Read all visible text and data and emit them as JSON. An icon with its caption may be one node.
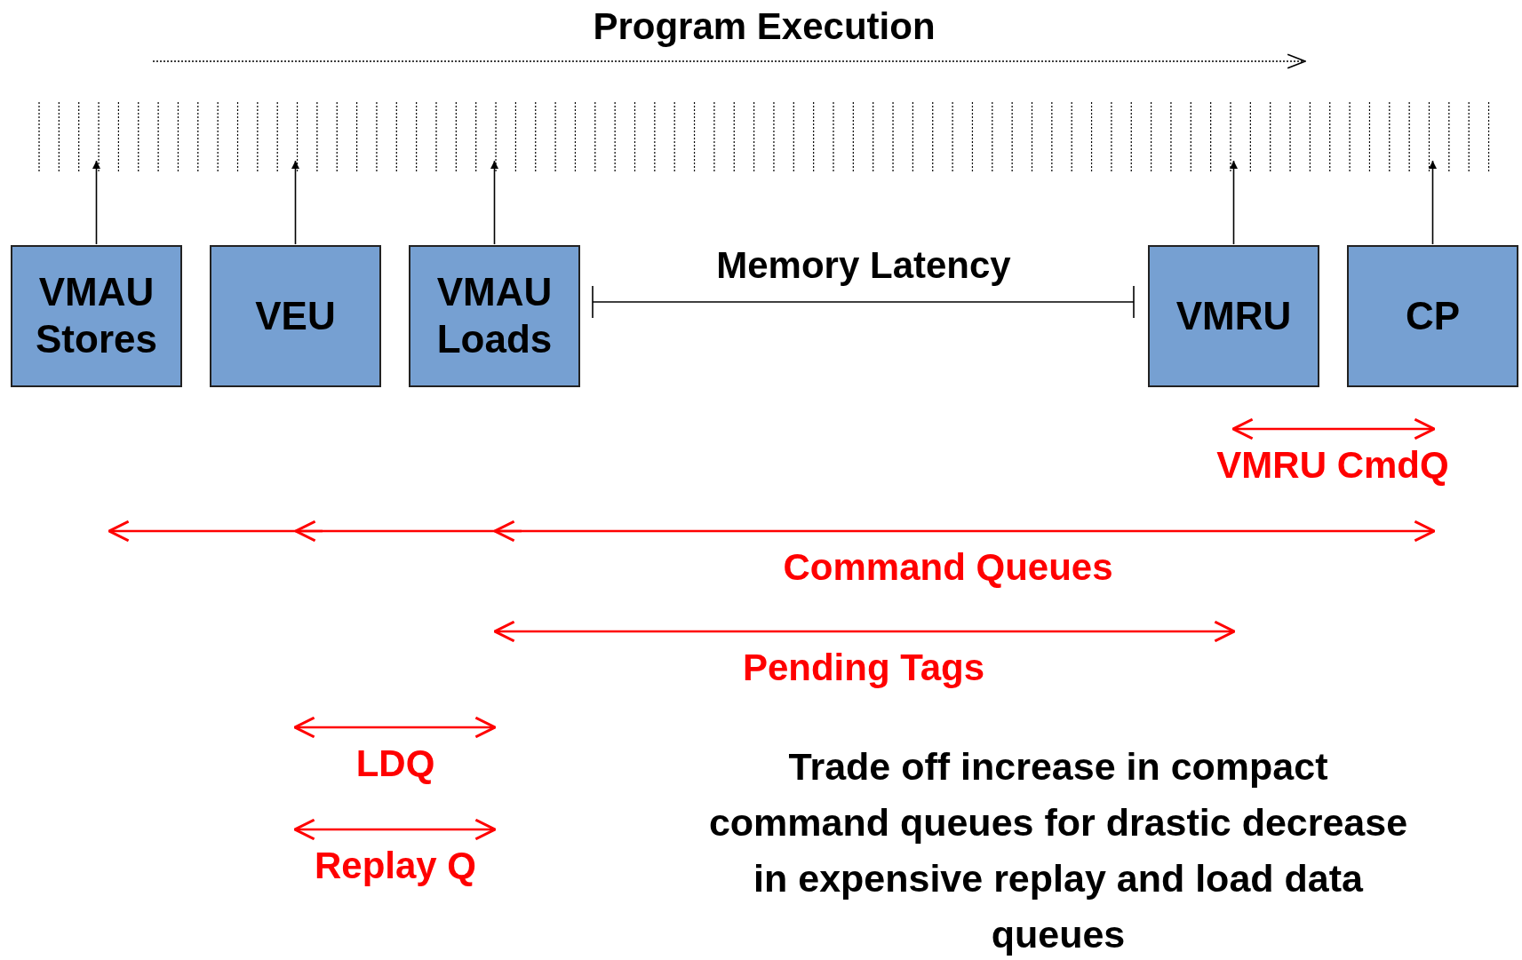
{
  "diagram": {
    "title": "Program Execution",
    "nodes": [
      {
        "text": [
          "VMAU Stores"
        ]
      },
      {
        "text": [
          "VEU"
        ]
      },
      {
        "text": [
          "VMAU Loads"
        ]
      },
      {
        "text": [
          "VMRU"
        ]
      },
      {
        "text": [
          "CP"
        ]
      }
    ],
    "edges": [
      {
        "from": 0,
        "to": null,
        "arrow": "to"
      },
      {
        "from": 1,
        "to": null,
        "arrow": "to"
      },
      {
        "from": 2,
        "to": null,
        "arrow": "to"
      },
      {
        "from": 3,
        "to": null,
        "arrow": "to"
      },
      {
        "from": 4,
        "to": null,
        "arrow": "to"
      }
    ],
    "labels": [
      "Memory Latency",
      "VMRU CmdQ",
      "Command Queues",
      "Pending Tags",
      "LDQ",
      "Replay Q",
      "Trade off increase in compact command queues for drastic decrease in expensive replay and load data queues"
    ]
  }
}
